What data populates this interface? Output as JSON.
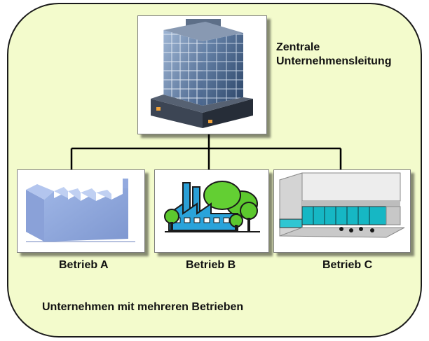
{
  "headquarters": {
    "line1": "Zentrale",
    "line2": "Unternehmensleitung",
    "icon": "office-tower-icon"
  },
  "plants": [
    {
      "label": "Betrieb A",
      "icon": "sawtooth-factory-icon"
    },
    {
      "label": "Betrieb B",
      "icon": "green-factory-with-trees-icon"
    },
    {
      "label": "Betrieb C",
      "icon": "warehouse-building-icon"
    }
  ],
  "caption": "Unternehmen mit mehreren Betrieben",
  "colors": {
    "panel_background": "#f3fbcc",
    "connector": "#000000",
    "text": "#111111"
  }
}
